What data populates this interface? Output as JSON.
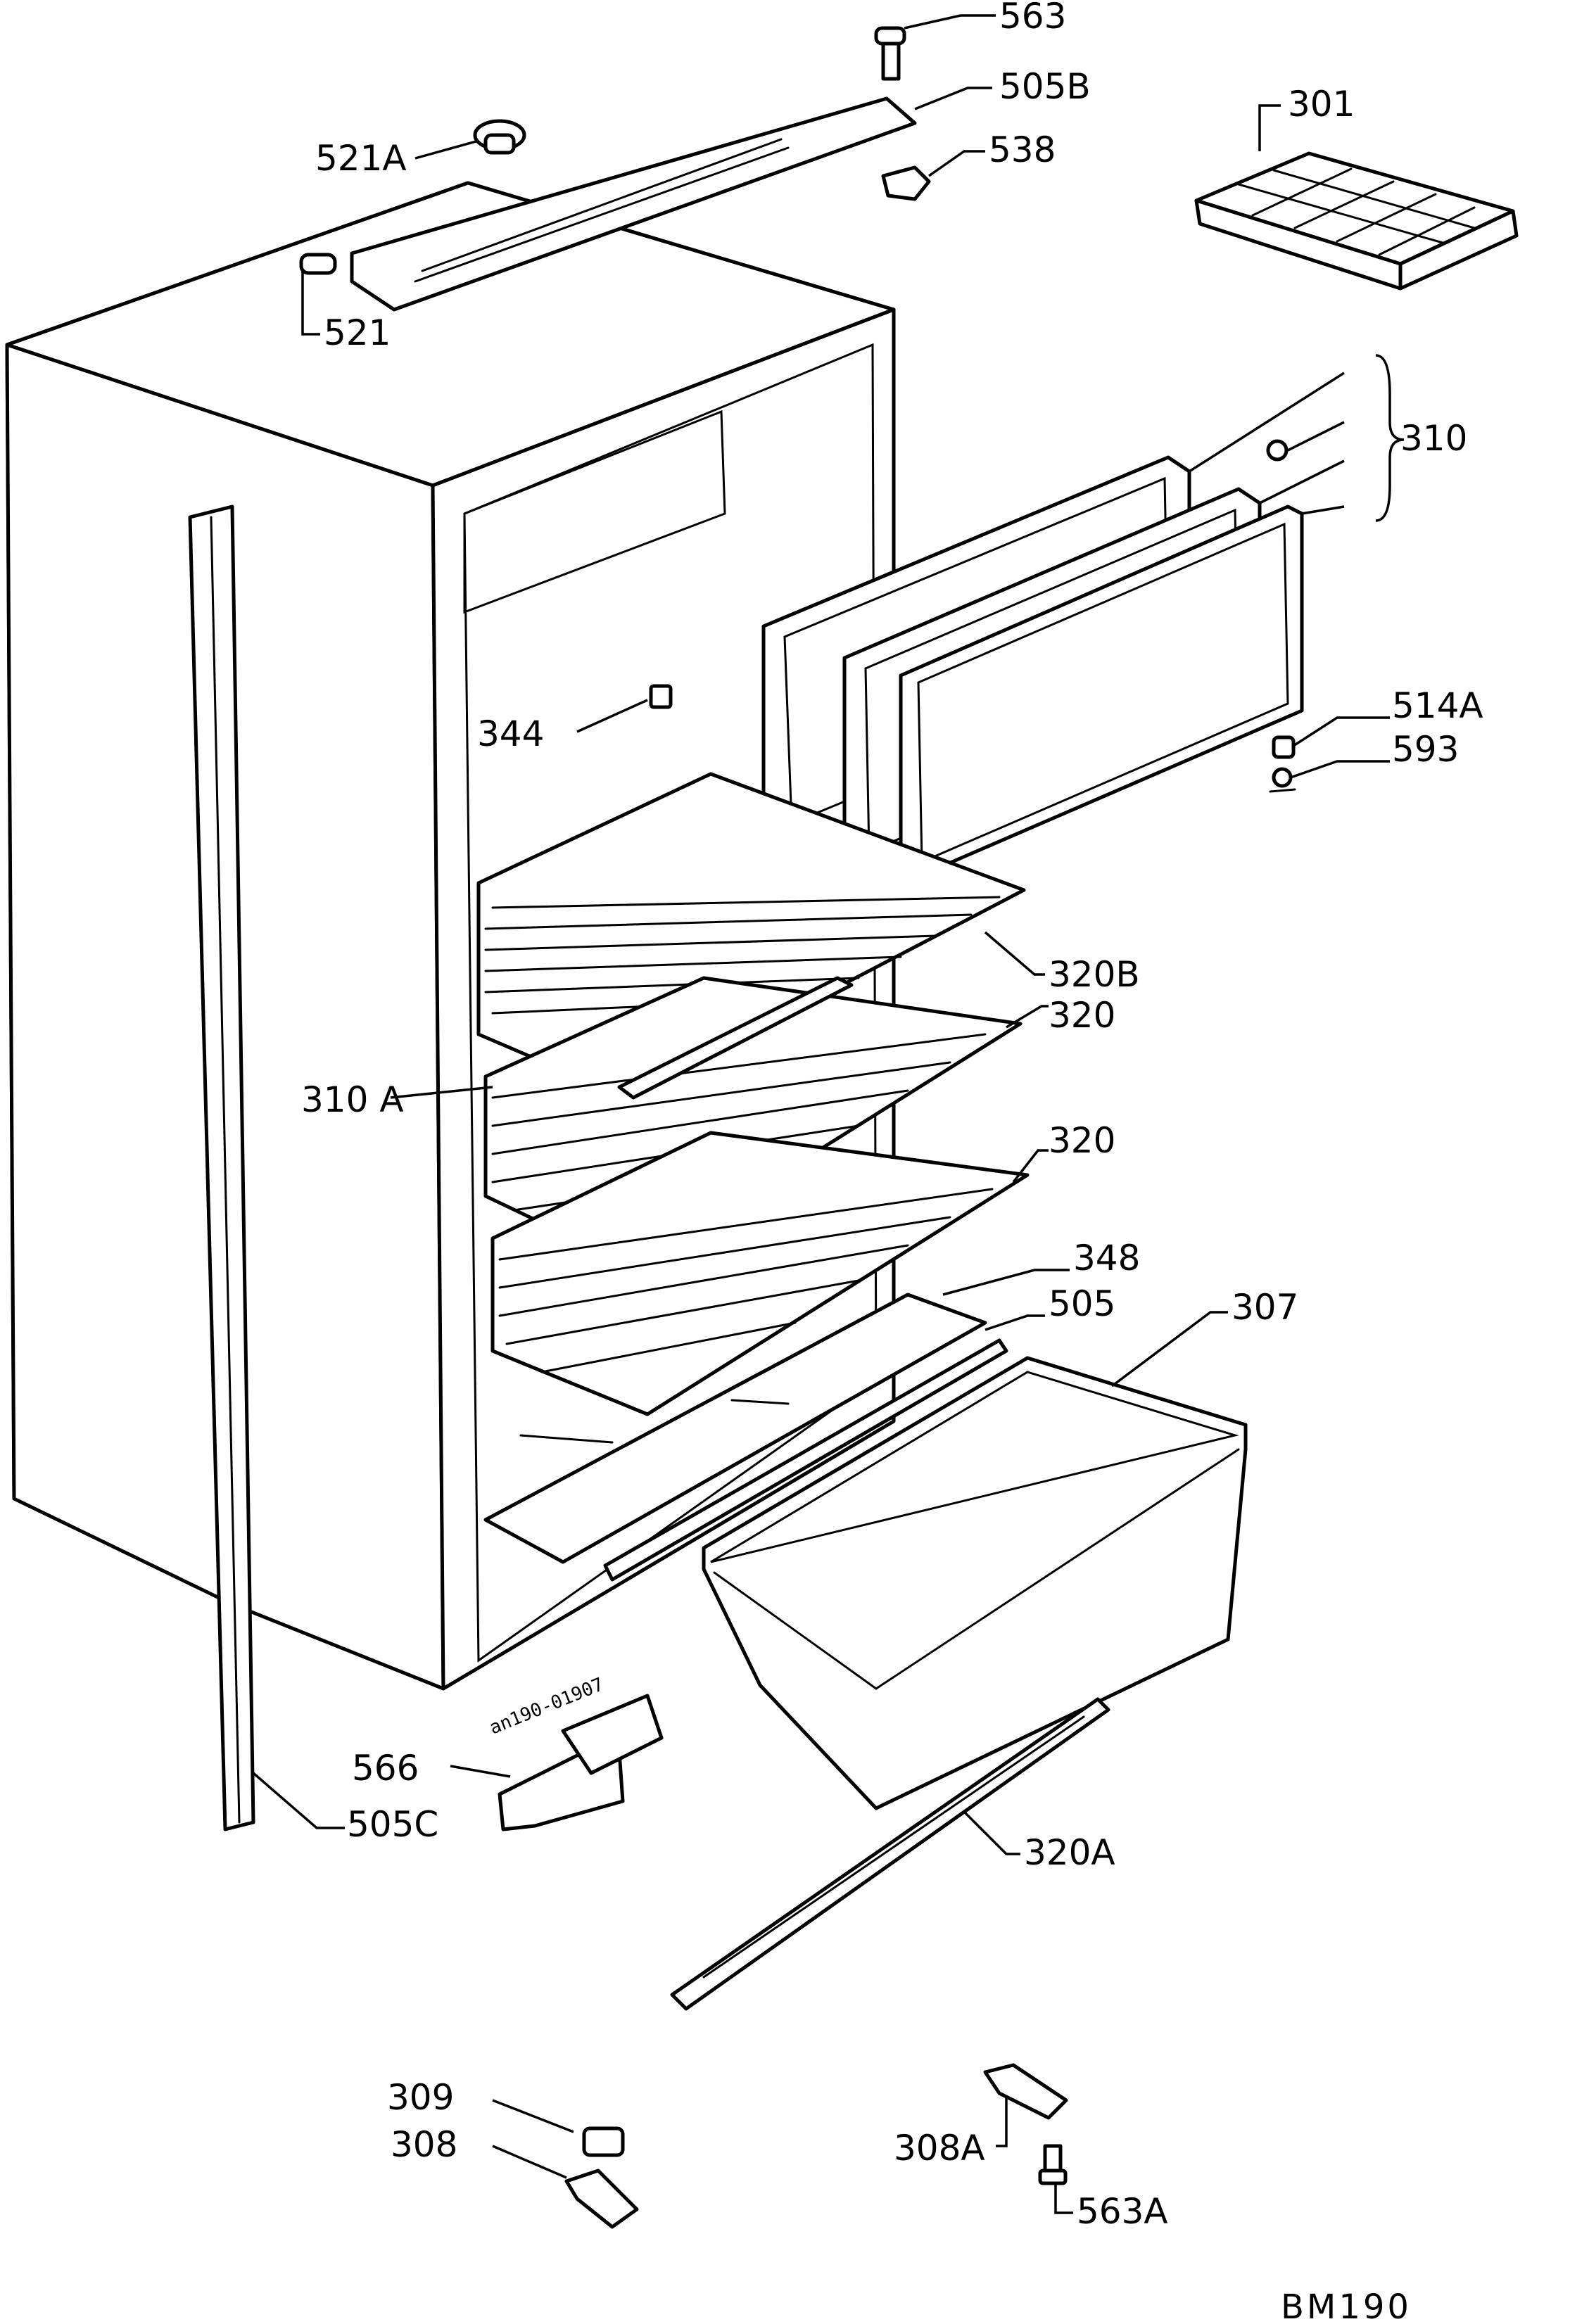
{
  "labels": {
    "l563": "563",
    "l505B": "505B",
    "l521A": "521A",
    "l538": "538",
    "l301": "301",
    "l521": "521",
    "l310": "310",
    "l344": "344",
    "l514A": "514A",
    "l593": "593",
    "l320B": "320B",
    "l320a": "320",
    "l310A": "310 A",
    "l320b": "320",
    "l348": "348",
    "l505": "505",
    "l307": "307",
    "l566": "566",
    "l505C": "505C",
    "l320A": "320A",
    "l309": "309",
    "l308": "308",
    "l308A": "308A",
    "l563A": "563A"
  },
  "stamp": "an190-01907",
  "drawing_code": "BM190"
}
